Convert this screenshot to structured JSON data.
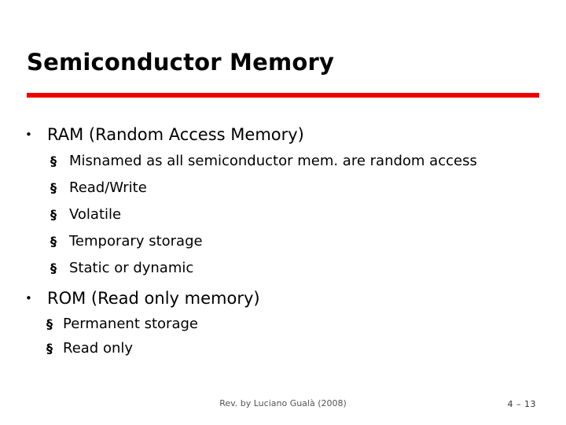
{
  "slide": {
    "title": "Semiconductor Memory",
    "accent_color": "#ee0000",
    "text_color": "#000000",
    "background_color": "#ffffff",
    "bullet_level1_glyph": "•",
    "bullet_level2_glyph": "§",
    "groups": [
      {
        "heading": "RAM (Random Access Memory)",
        "items": [
          "Misnamed as all semiconductor mem. are random access",
          "Read/Write",
          "Volatile",
          "Temporary storage",
          "Static or dynamic"
        ]
      },
      {
        "heading": "ROM (Read only memory)",
        "items": [
          "Permanent storage",
          "Read only"
        ]
      }
    ],
    "footer": {
      "credit": "Rev. by Luciano Gualà (2008)",
      "page": "4 –  13"
    }
  }
}
